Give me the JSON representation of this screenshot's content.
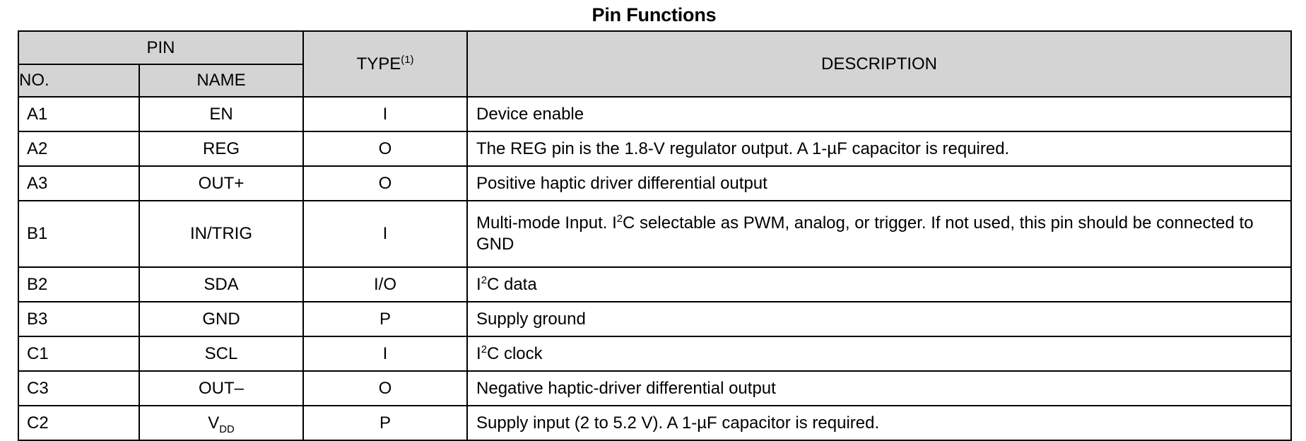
{
  "title": "Pin Functions",
  "table": {
    "header": {
      "pin_group": "PIN",
      "no": "NO.",
      "name": "NAME",
      "type": "TYPE",
      "type_footnote": "(1)",
      "description": "DESCRIPTION"
    },
    "colors": {
      "header_background": "#d4d4d4",
      "border": "#000000",
      "text": "#000000",
      "page_background": "#ffffff"
    },
    "rows": [
      {
        "no": "A1",
        "name": "EN",
        "name_sub": "",
        "type": "I",
        "description": "Device enable",
        "desc_html": "Device enable"
      },
      {
        "no": "A2",
        "name": "REG",
        "name_sub": "",
        "type": "O",
        "description": "The REG pin is the 1.8-V regulator output. A 1-µF capacitor is required.",
        "desc_html": "The REG pin is the 1.8-V regulator output. A 1-µF capacitor is required."
      },
      {
        "no": "A3",
        "name": "OUT+",
        "name_sub": "",
        "type": "O",
        "description": "Positive haptic driver differential output",
        "desc_html": "Positive haptic driver differential output"
      },
      {
        "no": "B1",
        "name": "IN/TRIG",
        "name_sub": "",
        "type": "I",
        "description": "Multi-mode Input. I2C selectable as PWM, analog, or trigger. If not used, this pin should be connected to GND",
        "desc_html": "Multi-mode Input. I<sup>2</sup>C selectable as PWM, analog, or trigger. If not used, this pin should be connected to GND"
      },
      {
        "no": "B2",
        "name": "SDA",
        "name_sub": "",
        "type": "I/O",
        "description": "I2C data",
        "desc_html": "I<sup>2</sup>C data"
      },
      {
        "no": "B3",
        "name": "GND",
        "name_sub": "",
        "type": "P",
        "description": "Supply ground",
        "desc_html": "Supply ground"
      },
      {
        "no": "C1",
        "name": "SCL",
        "name_sub": "",
        "type": "I",
        "description": "I2C clock",
        "desc_html": "I<sup>2</sup>C clock"
      },
      {
        "no": "C3",
        "name": "OUT–",
        "name_sub": "",
        "type": "O",
        "description": "Negative haptic-driver differential output",
        "desc_html": "Negative haptic-driver differential output"
      },
      {
        "no": "C2",
        "name": "V",
        "name_sub": "DD",
        "type": "P",
        "description": "Supply input (2 to 5.2 V). A 1-µF capacitor is required.",
        "desc_html": "Supply input (2 to 5.2 V). A 1-µF capacitor is required."
      }
    ]
  }
}
